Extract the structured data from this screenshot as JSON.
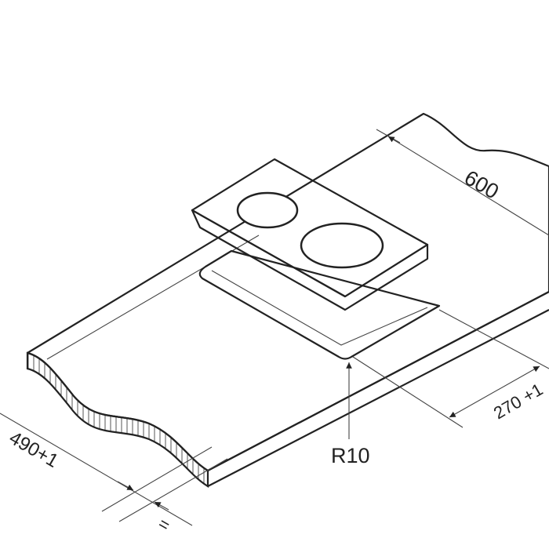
{
  "title": "Hob installation cutout diagram",
  "dimensions": {
    "depth": "600",
    "cutout_width": "270 +1",
    "corner_radius": "R10",
    "cutout_length": "490+1",
    "centered_mark": "="
  },
  "colors": {
    "hob_surface": "#a3a3a3",
    "line": "#222222",
    "background": "#ffffff"
  }
}
